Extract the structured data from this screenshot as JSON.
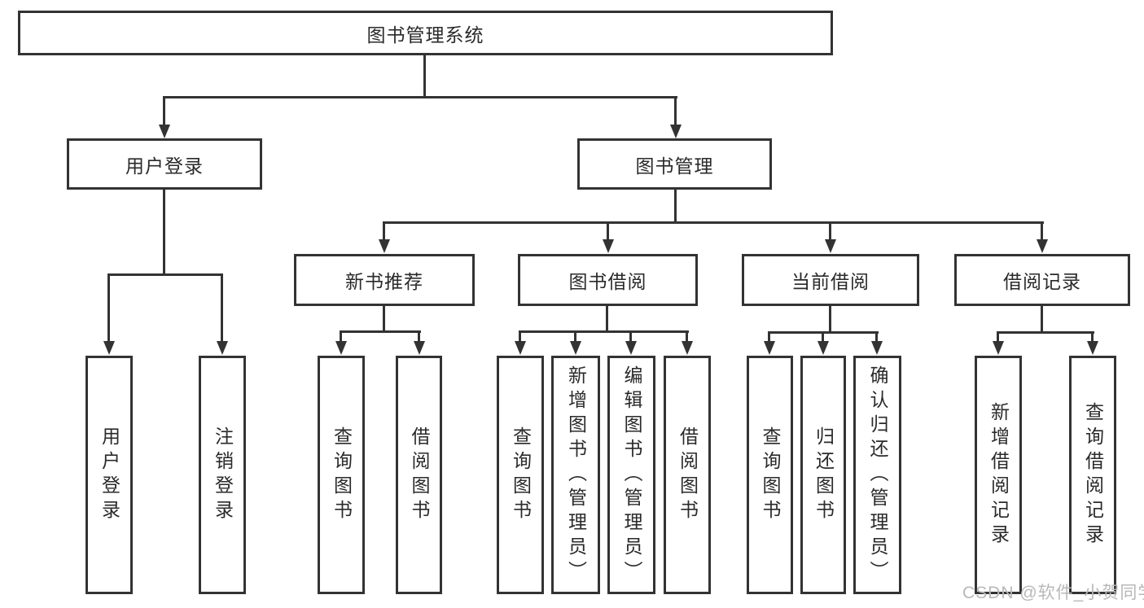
{
  "diagram_type": "hierarchy-tree",
  "colors": {
    "line": "#333333",
    "text": "#2a2a2a",
    "background": "#ffffff",
    "watermark": "#b8b8b8"
  },
  "tree": {
    "label": "图书管理系统",
    "children": [
      {
        "label": "用户登录",
        "children": [
          {
            "label": "用户登录"
          },
          {
            "label": "注销登录"
          }
        ]
      },
      {
        "label": "图书管理",
        "children": [
          {
            "label": "新书推荐",
            "children": [
              {
                "label": "查询图书"
              },
              {
                "label": "借阅图书"
              }
            ]
          },
          {
            "label": "图书借阅",
            "children": [
              {
                "label": "查询图书"
              },
              {
                "label": "新增图书（管理员）"
              },
              {
                "label": "编辑图书（管理员）"
              },
              {
                "label": "借阅图书"
              }
            ]
          },
          {
            "label": "当前借阅",
            "children": [
              {
                "label": "查询图书"
              },
              {
                "label": "归还图书"
              },
              {
                "label": "确认归还（管理员）"
              }
            ]
          },
          {
            "label": "借阅记录",
            "children": [
              {
                "label": "新增借阅记录"
              },
              {
                "label": "查询借阅记录"
              }
            ]
          }
        ]
      }
    ]
  },
  "watermark": {
    "text": "CSDN @软件_小贺同学"
  }
}
